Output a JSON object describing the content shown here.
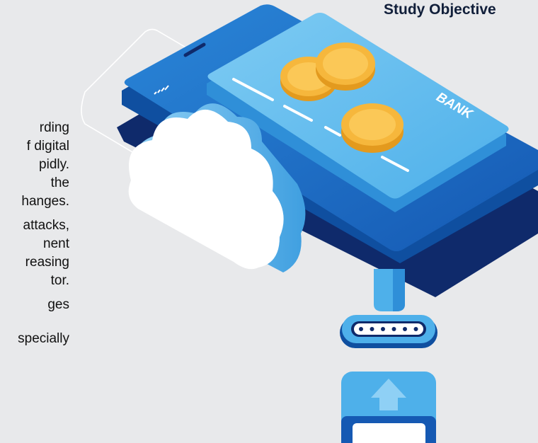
{
  "header": {
    "title": "Study Objective"
  },
  "body_text": {
    "paragraphs": [
      [
        "rding",
        "f digital",
        "pidly.",
        " the",
        "hanges."
      ],
      [
        " attacks,",
        "nent",
        "reasing",
        "tor."
      ],
      [
        "ges"
      ],
      [
        "specially"
      ]
    ]
  },
  "illustration": {
    "card_label": "BANK",
    "connector_dots": 6,
    "colors": {
      "background": "#e8e9eb",
      "phone_blue": "#1c6fc8",
      "phone_dark": "#0f2a6b",
      "card_blue": "#5fbdf0",
      "coin_gold": "#f6b73c",
      "cloud_white": "#ffffff"
    }
  }
}
